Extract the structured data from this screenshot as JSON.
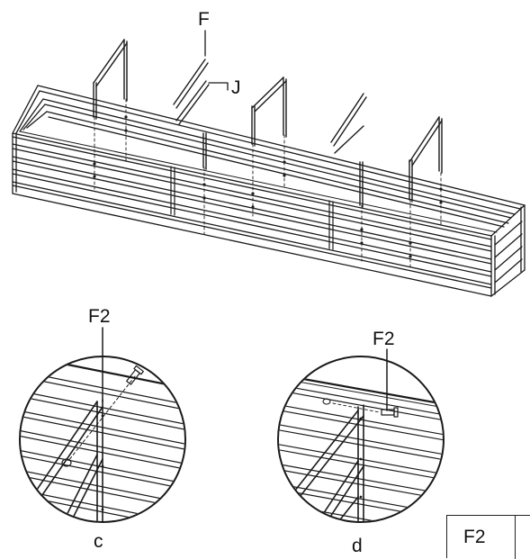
{
  "labels": {
    "F": "F",
    "J": "J",
    "F2_left": "F2",
    "F2_right": "F2",
    "c": "c",
    "d": "d"
  },
  "parts_table": {
    "F2": "F2"
  }
}
